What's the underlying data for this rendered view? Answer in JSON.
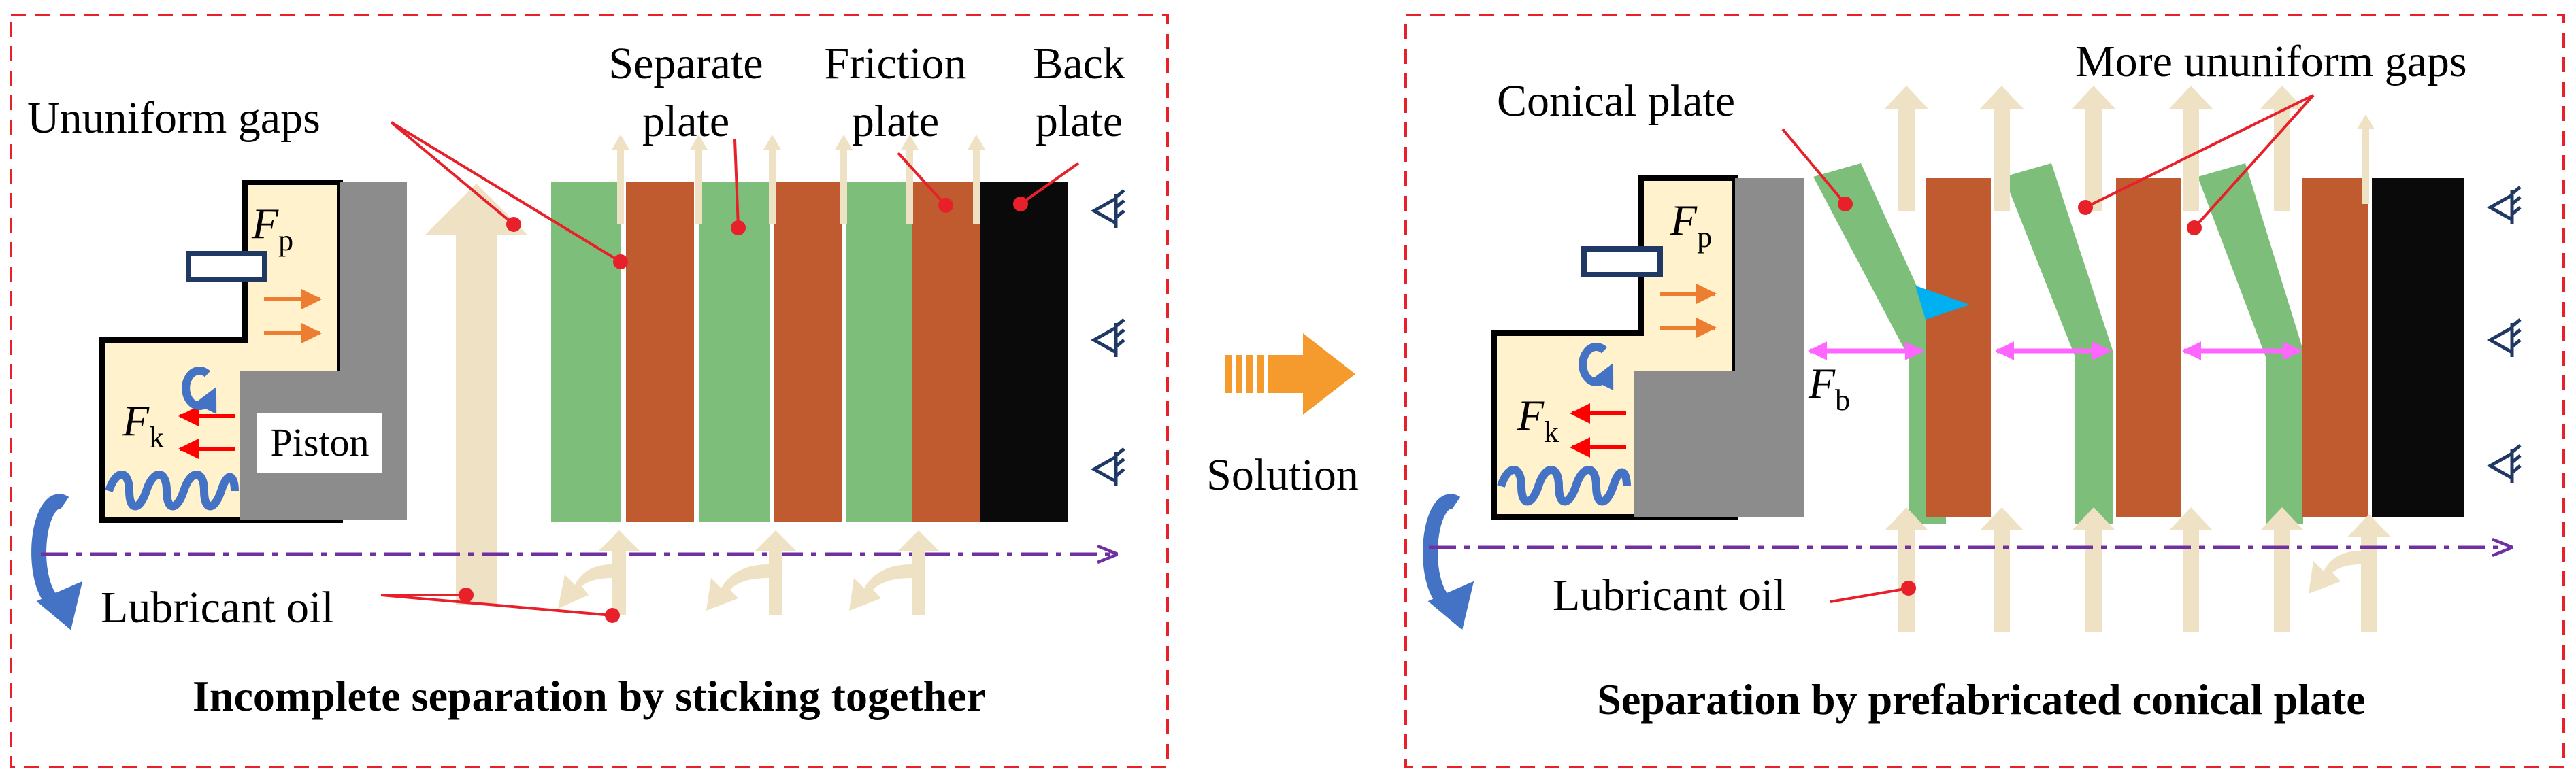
{
  "left_panel": {
    "labels": {
      "ununiform_gaps": "Ununiform gaps",
      "separate_plate_l1": "Separate",
      "separate_plate_l2": "plate",
      "friction_plate_l1": "Friction",
      "friction_plate_l2": "plate",
      "back_plate_l1": "Back",
      "back_plate_l2": "plate",
      "piston": "Piston",
      "lubricant_oil": "Lubricant oil",
      "fp_main": "F",
      "fp_sub": "p",
      "fk_main": "F",
      "fk_sub": "k"
    },
    "caption": "Incomplete separation by sticking together"
  },
  "arrow": {
    "label": "Solution"
  },
  "right_panel": {
    "labels": {
      "conical_plate": "Conical plate",
      "more_ununiform_gaps": "More ununiform gaps",
      "lubricant_oil": "Lubricant oil",
      "fp_main": "F",
      "fp_sub": "p",
      "fk_main": "F",
      "fk_sub": "k",
      "fb_main": "F",
      "fb_sub": "b"
    },
    "caption": "Separation by prefabricated conical plate"
  },
  "colors": {
    "frame_dash": "#e8202a",
    "friction_plate": "#bf5b2e",
    "separate_plate": "#7dbf7a",
    "back_plate": "#0a0a0a",
    "piston": "#8c8c8c",
    "housing_fill": "#fff2cc",
    "oil_arrow": "#efe2c4",
    "leader_line": "#e8202a",
    "force_fp": "#ed7d31",
    "force_fk": "#ff0000",
    "force_fb": "#ff66ff",
    "axis": "#7030a0",
    "rotation": "#4472c4",
    "solution_arrow": "#f59a2c"
  }
}
